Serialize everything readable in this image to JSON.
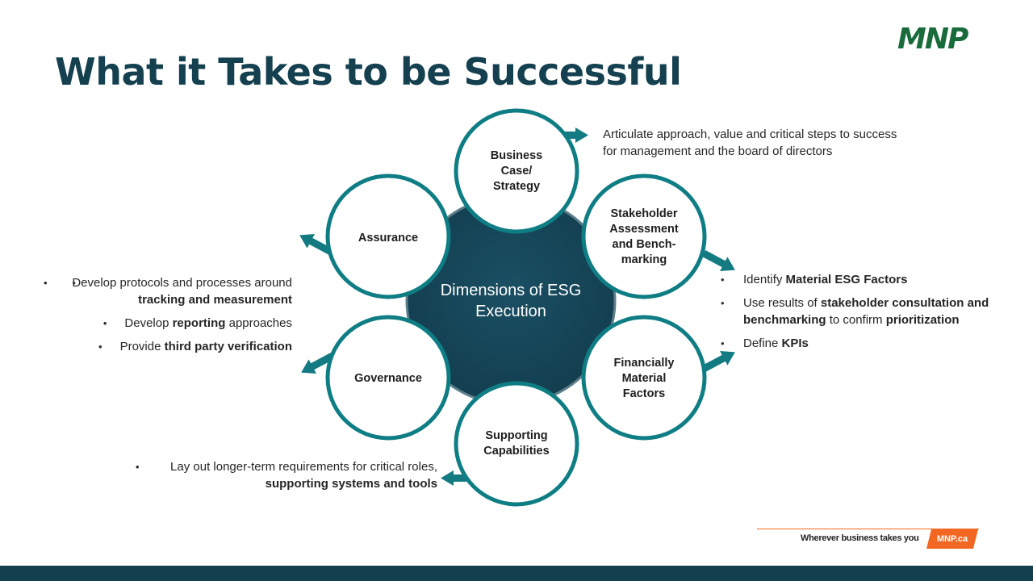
{
  "title": "What it Takes to be Successful",
  "logo": "MNP",
  "center_label": "Dimensions of ESG Execution",
  "nodes": {
    "business_case": "Business Case/ Strategy",
    "stakeholder": "Stakeholder Assessment and Bench-marking",
    "financial": "Financially Material Factors",
    "supporting": "Supporting Capabilities",
    "governance": "Governance",
    "assurance": "Assurance"
  },
  "callouts": {
    "business_case": {
      "line1": "Articulate approach, value and critical steps to success",
      "line2": "for management and the board of directors"
    },
    "stakeholder_financial": {
      "b1_pre": "Identify ",
      "b1_bold": "Material ESG Factors",
      "b2_pre": "Use results of ",
      "b2_bold1": "stakeholder consultation and benchmarking",
      "b2_mid": " to confirm ",
      "b2_bold2": "prioritization",
      "b3_pre": "Define ",
      "b3_bold": "KPIs"
    },
    "assurance_governance": {
      "b1_pre": "Develop protocols and processes around ",
      "b1_bold": "tracking and measurement",
      "b2_pre": "Develop ",
      "b2_bold": "reporting",
      "b2_post": " approaches",
      "b3_pre": "Provide ",
      "b3_bold": "third party verification"
    },
    "supporting": {
      "pre": "Lay out longer-term requirements for critical roles, ",
      "bold": "supporting systems and tools"
    }
  },
  "footer": {
    "tagline": "Wherever business takes you",
    "badge": "MNP.ca"
  },
  "colors": {
    "title": "#14404f",
    "center_fill": "#14455a",
    "ring": "#0f7d84",
    "arrow": "#137a82",
    "logo": "#1a6b3c",
    "accent": "#f26722",
    "bottom_bar": "#13404f"
  }
}
